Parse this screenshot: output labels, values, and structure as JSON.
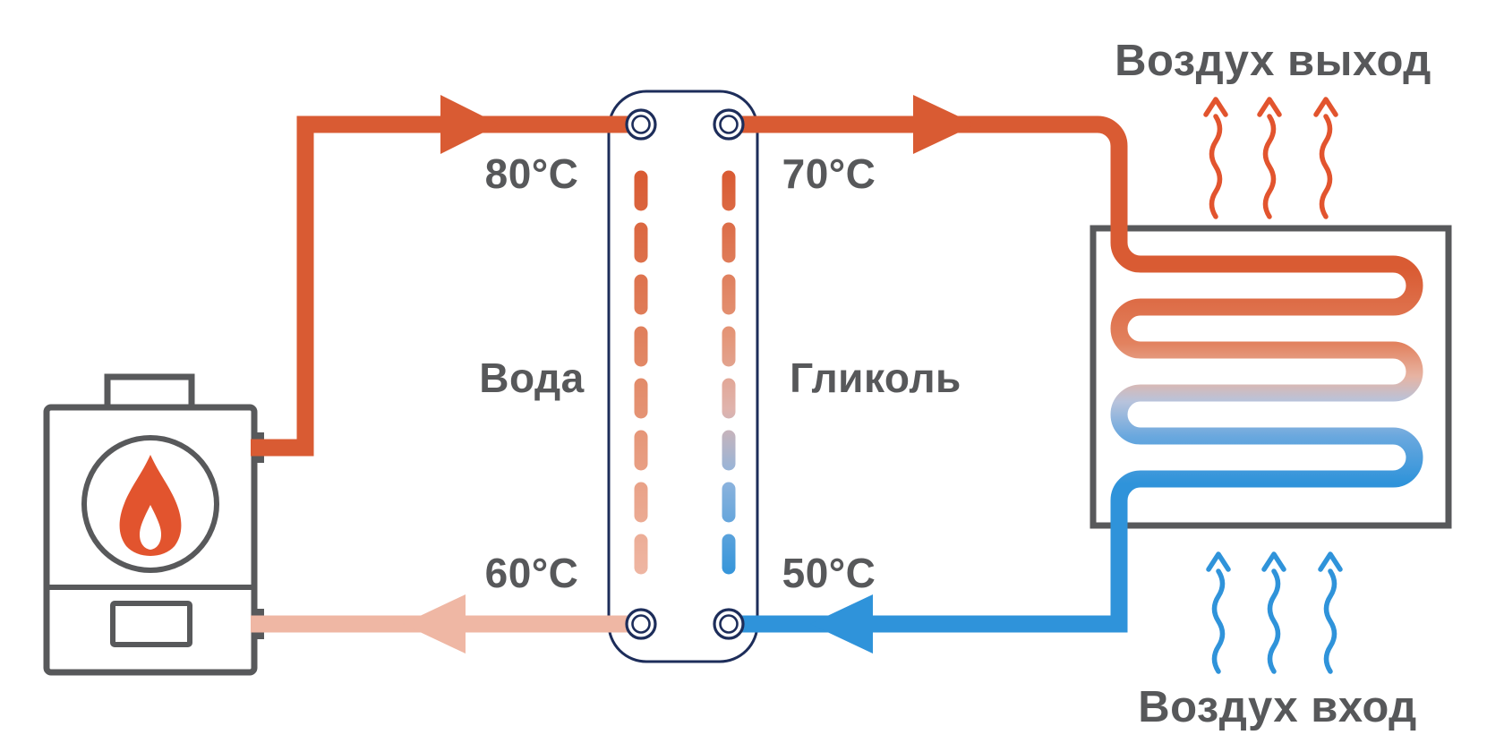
{
  "diagram": {
    "labels": {
      "hot_supply_temp": "80°C",
      "glycol_supply_temp": "70°C",
      "water_return_temp": "60°C",
      "glycol_return_temp": "50°C",
      "left_fluid": "Вода",
      "right_fluid": "Гликоль",
      "air_outlet": "Воздух выход",
      "air_inlet": "Воздух вход"
    },
    "colors": {
      "hot": "#d95b33",
      "flame": "#e2542e",
      "warm_return": "#efb7a4",
      "cold": "#2f93da",
      "outline": "#58595b",
      "exchanger_outline": "#1d2d5a",
      "text": "#57585a",
      "background": "#ffffff"
    }
  }
}
